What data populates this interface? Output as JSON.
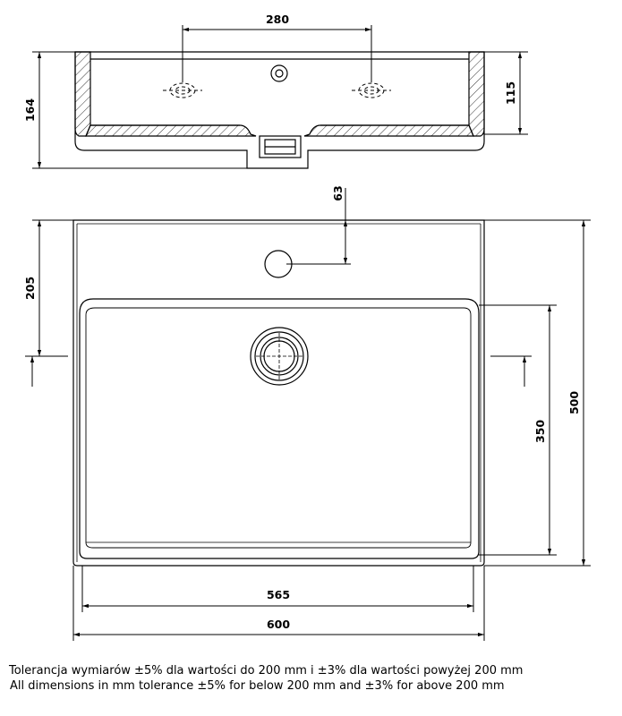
{
  "dimensions": {
    "hole_spacing": "280",
    "side_height": "164",
    "side_inner_height": "115",
    "tap_hole_offset": "63",
    "drain_offset": "205",
    "outer_depth": "500",
    "bowl_depth": "350",
    "bowl_width": "565",
    "outer_width": "600"
  },
  "notes": {
    "polish": "Tolerancja wymiarów ±5% dla wartości do 200 mm i ±3% dla wartości powyżej 200 mm",
    "english": "All dimensions in mm tolerance ±5% for below 200 mm and ±3% for above 200 mm"
  }
}
